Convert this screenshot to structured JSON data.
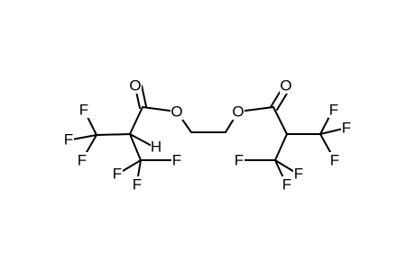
{
  "atoms": {
    "o_carbonyl_left": "O",
    "o_ester_left": "O",
    "o_ester_right": "O",
    "o_carbonyl_right": "O",
    "h_alpha_left": "H",
    "f1": "F",
    "f2": "F",
    "f3": "F",
    "f4": "F",
    "f5": "F",
    "f6": "F",
    "f7": "F",
    "f8": "F",
    "f9": "F",
    "f10": "F",
    "f11": "F",
    "f12": "F"
  },
  "colors": {
    "bond": "#000000",
    "label": "#000000",
    "background": "#ffffff"
  }
}
